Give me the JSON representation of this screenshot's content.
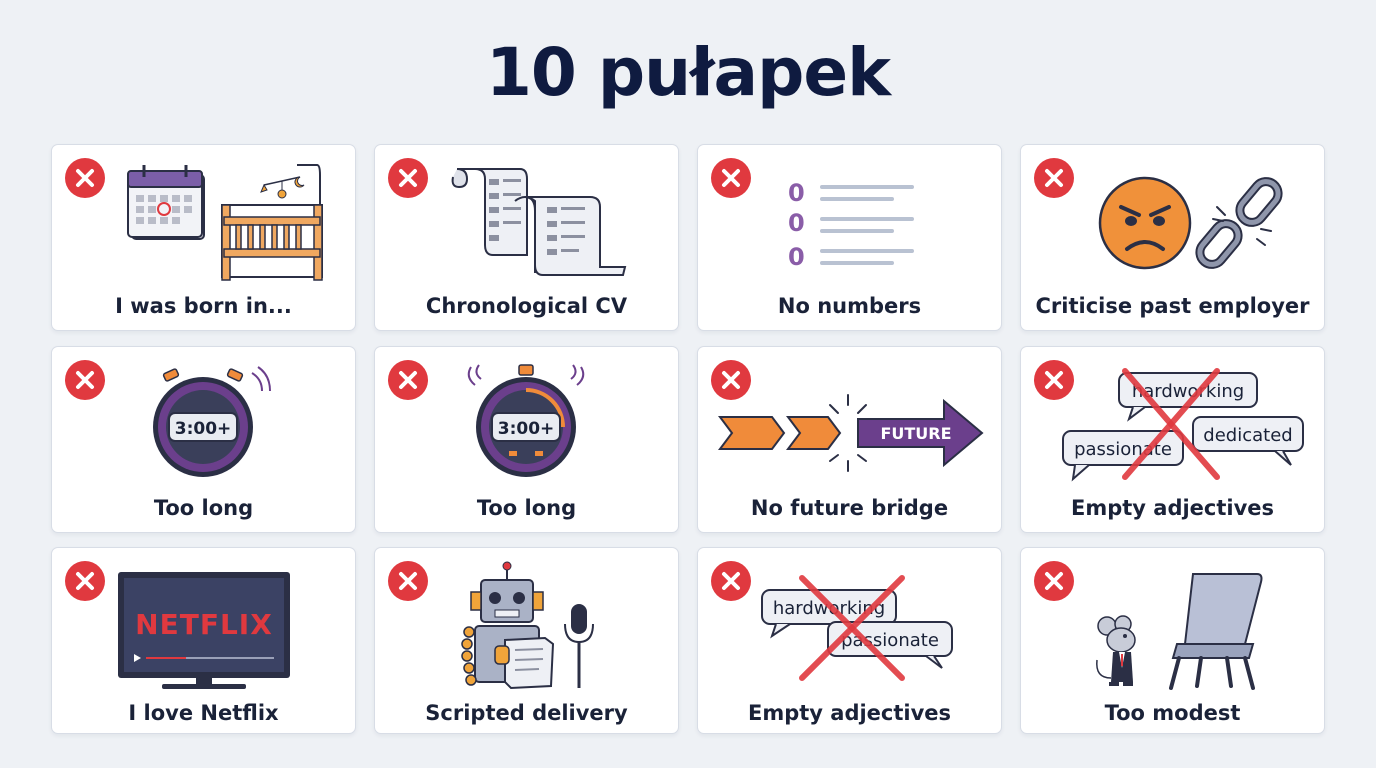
{
  "title": "10 pułapek",
  "cards": [
    {
      "label": "I was born in...",
      "icon": "calendar-crib-icon"
    },
    {
      "label": "Chronological CV",
      "icon": "scroll-icon"
    },
    {
      "label": "No numbers",
      "icon": "list-zeros-icon",
      "digits": [
        "0",
        "0",
        "0"
      ]
    },
    {
      "label": "Criticise past employer",
      "icon": "angry-face-broken-chain-icon"
    },
    {
      "label": "Too long",
      "icon": "stopwatch-icon",
      "timer": "3:00+"
    },
    {
      "label": "Too long",
      "icon": "stopwatch-icon",
      "timer": "3:00+"
    },
    {
      "label": "No future bridge",
      "icon": "arrows-future-icon",
      "arrow_text": "FUTURE"
    },
    {
      "label": "Empty adjectives",
      "icon": "crossed-speech-bubbles-icon",
      "words": [
        "hardworking",
        "passionate",
        "dedicated"
      ]
    },
    {
      "label": "I love Netflix",
      "icon": "tv-netflix-icon",
      "screen_text": "NETFLIX"
    },
    {
      "label": "Scripted delivery",
      "icon": "robot-microphone-icon"
    },
    {
      "label": "Empty adjectives",
      "icon": "crossed-speech-bubbles-icon",
      "words": [
        "hardworking",
        "passionate"
      ]
    },
    {
      "label": "Too modest",
      "icon": "mouse-chair-icon"
    }
  ],
  "colors": {
    "title": "#0f1b40",
    "x_badge": "#e0393f",
    "purple": "#6b3f8c",
    "orange": "#f08b3a",
    "red_cross": "#e0393f"
  }
}
